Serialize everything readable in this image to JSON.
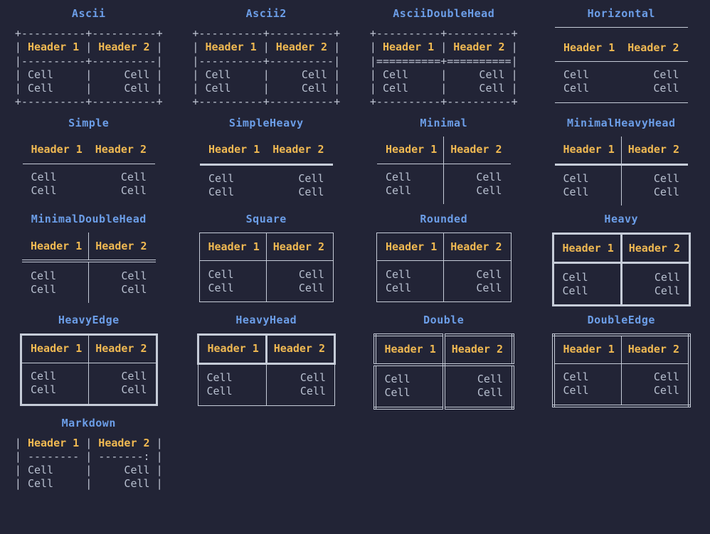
{
  "theme": {
    "background": "#222436",
    "title_color": "#6c9ee8",
    "header_color": "#f0b952",
    "cell_color": "#b8c0d0",
    "border_color": "#c6ccd8"
  },
  "table_content": {
    "header_1": "Header 1",
    "header_2": "Header 2",
    "cell": "Cell"
  },
  "boxes": [
    {
      "id": "ascii",
      "title": "Ascii",
      "kind": "ascii",
      "art": [
        "+----------+----------+",
        "| Header 1 | Header 2 |",
        "|----------+----------|",
        "| Cell     |     Cell |",
        "| Cell     |     Cell |",
        "+----------+----------+"
      ]
    },
    {
      "id": "ascii2",
      "title": "Ascii2",
      "kind": "ascii",
      "art": [
        "+----------+----------+",
        "| Header 1 | Header 2 |",
        "|----------+----------|",
        "| Cell     |     Cell |",
        "| Cell     |     Cell |",
        "+----------+----------+"
      ]
    },
    {
      "id": "asciidoublehead",
      "title": "AsciiDoubleHead",
      "kind": "ascii",
      "art": [
        "+----------+----------+",
        "| Header 1 | Header 2 |",
        "|==========+==========|",
        "| Cell     |     Cell |",
        "| Cell     |     Cell |",
        "+----------+----------+"
      ]
    },
    {
      "id": "horizontal",
      "title": "Horizontal",
      "kind": "box"
    },
    {
      "id": "simple",
      "title": "Simple",
      "kind": "box"
    },
    {
      "id": "simpleheavy",
      "title": "SimpleHeavy",
      "kind": "box"
    },
    {
      "id": "minimal",
      "title": "Minimal",
      "kind": "box"
    },
    {
      "id": "minimalheavyhead",
      "title": "MinimalHeavyHead",
      "kind": "box"
    },
    {
      "id": "minimaldoublehead",
      "title": "MinimalDoubleHead",
      "kind": "box"
    },
    {
      "id": "square",
      "title": "Square",
      "kind": "box"
    },
    {
      "id": "rounded",
      "title": "Rounded",
      "kind": "box"
    },
    {
      "id": "heavy",
      "title": "Heavy",
      "kind": "box"
    },
    {
      "id": "heavyedge",
      "title": "HeavyEdge",
      "kind": "box"
    },
    {
      "id": "heavyhead",
      "title": "HeavyHead",
      "kind": "box"
    },
    {
      "id": "double",
      "title": "Double",
      "kind": "box"
    },
    {
      "id": "doubleedge",
      "title": "DoubleEdge",
      "kind": "box"
    },
    {
      "id": "markdown",
      "title": "Markdown",
      "kind": "ascii",
      "art": [
        "| Header 1 | Header 2 |",
        "| -------- | -------: |",
        "| Cell     |     Cell |",
        "| Cell     |     Cell |"
      ]
    }
  ]
}
